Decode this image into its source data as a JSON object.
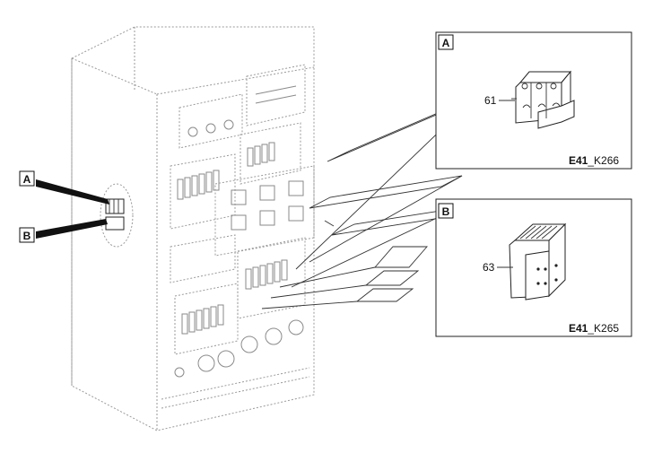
{
  "callouts": {
    "a_letter": "A",
    "b_letter": "B"
  },
  "detail_a": {
    "letter": "A",
    "part_number": "61",
    "code_bold": "E41",
    "code_rest": "_K266"
  },
  "detail_b": {
    "letter": "B",
    "part_number": "63",
    "code_bold": "E41",
    "code_rest": "_K265"
  },
  "colors": {
    "line": "#333333",
    "cabinet_dashed": "#9a9a9a",
    "background": "#ffffff"
  }
}
